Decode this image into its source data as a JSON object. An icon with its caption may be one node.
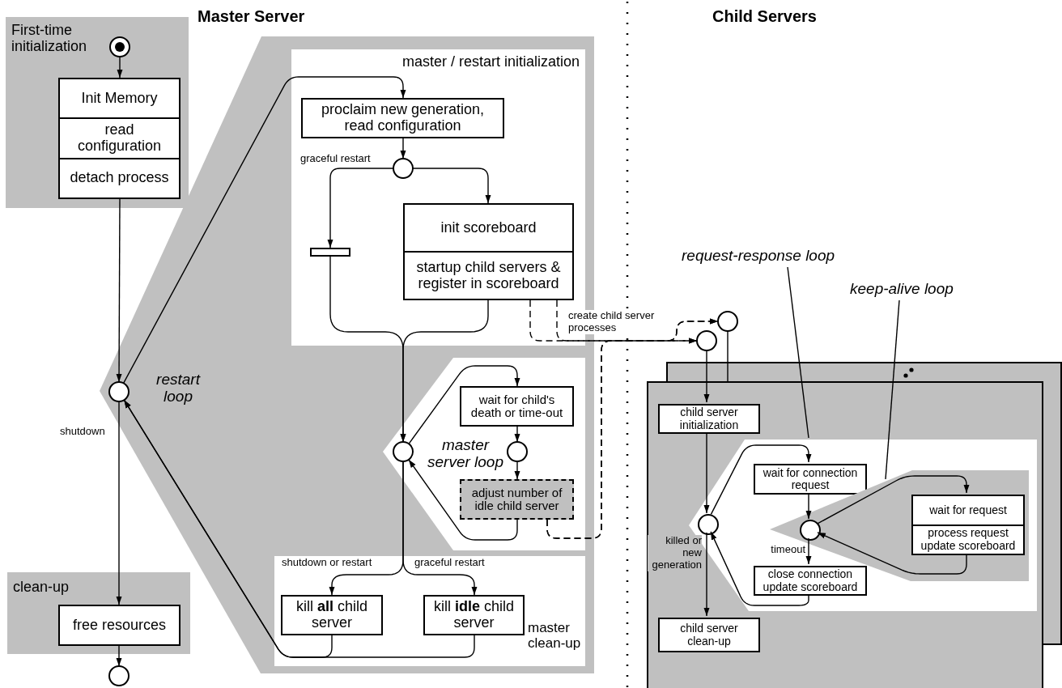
{
  "diagram": {
    "nodes": [
      {
        "text": [
          "First-time initialization"
        ]
      },
      {
        "text": [],
        "shape": "circle",
        "in": 0
      },
      {
        "text": [
          "Init Memory",
          "read configuration",
          "detach process"
        ],
        "in": 0
      },
      {
        "text": [
          "restart loop"
        ]
      },
      {
        "text": [
          "master / restart initialization"
        ],
        "in": 3
      },
      {
        "text": [
          "proclaim new generation, read configuration"
        ],
        "in": 4
      },
      {
        "text": [],
        "shape": "circle",
        "in": 4
      },
      {
        "text": [],
        "shape": "bar",
        "in": 4
      },
      {
        "text": [
          "init scoreboard",
          "startup child servers & register in scoreboard"
        ],
        "in": 4
      },
      {
        "text": [
          "master server loop"
        ],
        "in": 3
      },
      {
        "text": [],
        "shape": "circle",
        "in": 9
      },
      {
        "text": [
          "wait for child's death or time-out"
        ],
        "in": 9
      },
      {
        "text": [],
        "shape": "circle",
        "in": 9
      },
      {
        "text": [
          "adjust number of idle child server"
        ],
        "in": 9
      },
      {
        "text": [
          "master clean-up"
        ],
        "in": 3
      },
      {
        "text": [
          "kill **all** child server"
        ],
        "in": 14
      },
      {
        "text": [
          "kill **idle** child server"
        ],
        "in": 14
      },
      {
        "text": [],
        "shape": "circle",
        "in": 3
      },
      {
        "text": [
          "clean-up"
        ]
      },
      {
        "text": [
          "free resources"
        ],
        "in": 18
      },
      {
        "text": [],
        "shape": "circle"
      },
      {
        "text": [],
        "shape": "circle"
      },
      {
        "text": [],
        "shape": "circle"
      },
      {
        "text": [],
        "shape": "box"
      },
      {
        "text": [
          "child server initialization"
        ],
        "in": 23
      },
      {
        "text": [],
        "shape": "box",
        "in": 23
      },
      {
        "text": [],
        "shape": "circle",
        "in": 25
      },
      {
        "text": [
          "wait for connection request"
        ],
        "in": 25
      },
      {
        "text": [],
        "shape": "box",
        "in": 25
      },
      {
        "text": [],
        "shape": "circle",
        "in": 28
      },
      {
        "text": [
          "wait for request",
          "process request update scoreboard"
        ],
        "in": 28
      },
      {
        "text": [
          "close connection update scoreboard"
        ],
        "in": 25
      },
      {
        "text": [
          "child server clean-up"
        ],
        "in": 23
      },
      {
        "text": [
          "request-response loop"
        ]
      },
      {
        "text": [
          "keep-alive loop"
        ]
      }
    ],
    "edges": [
      {
        "from": 1,
        "to": 2,
        "arrow": "to"
      },
      {
        "from": 2,
        "to": 17,
        "arrow": "to"
      },
      {
        "from": 17,
        "to": 5,
        "arrow": "to"
      },
      {
        "from": 5,
        "to": 6,
        "arrow": "to"
      },
      {
        "from": 6,
        "to": 7,
        "arrow": "to",
        "label": "graceful restart"
      },
      {
        "from": 6,
        "to": 8,
        "arrow": "to"
      },
      {
        "from": 7,
        "to": 10,
        "arrow": "to"
      },
      {
        "from": 8,
        "to": 10,
        "arrow": "to"
      },
      {
        "from": 10,
        "to": 11,
        "arrow": "to"
      },
      {
        "from": 11,
        "to": 12,
        "arrow": "to"
      },
      {
        "from": 12,
        "to": 13,
        "arrow": "to"
      },
      {
        "from": 13,
        "to": 10,
        "arrow": "to"
      },
      {
        "from": 10,
        "to": 15,
        "arrow": "to",
        "label": "shutdown or restart"
      },
      {
        "from": 10,
        "to": 16,
        "arrow": "to",
        "label": "graceful restart"
      },
      {
        "from": 15,
        "to": 17,
        "arrow": "to"
      },
      {
        "from": 16,
        "to": 17,
        "arrow": "to"
      },
      {
        "from": 17,
        "to": 19,
        "arrow": "to",
        "label": "shutdown"
      },
      {
        "from": 19,
        "to": 20,
        "arrow": "to"
      },
      {
        "from": 8,
        "to": 22,
        "arrow": "to",
        "style": "dashed",
        "label": "create child server processes"
      },
      {
        "from": 8,
        "to": 21,
        "arrow": "to",
        "style": "dashed"
      },
      {
        "from": 13,
        "to": 22,
        "arrow": "to",
        "style": "dashed"
      },
      {
        "from": 13,
        "to": 21,
        "arrow": "to",
        "style": "dashed"
      },
      {
        "from": 21,
        "to": 23,
        "arrow": "none"
      },
      {
        "from": 22,
        "to": 24,
        "arrow": "to"
      },
      {
        "from": 24,
        "to": 26,
        "arrow": "to"
      },
      {
        "from": 26,
        "to": 27,
        "arrow": "to"
      },
      {
        "from": 27,
        "to": 29,
        "arrow": "to"
      },
      {
        "from": 29,
        "to": 31,
        "arrow": "to",
        "label": "timeout"
      },
      {
        "from": 31,
        "to": 26,
        "arrow": "to"
      },
      {
        "from": 29,
        "to": 30,
        "arrow": "to"
      },
      {
        "from": 30,
        "to": 29,
        "arrow": "to"
      },
      {
        "from": 26,
        "to": 32,
        "arrow": "to",
        "label": "killed or new generation"
      },
      {
        "from": 33,
        "to": 25,
        "arrow": "none"
      },
      {
        "from": 34,
        "to": 28,
        "arrow": "none"
      }
    ],
    "labels": [
      "Master Server",
      "Child Servers"
    ]
  }
}
